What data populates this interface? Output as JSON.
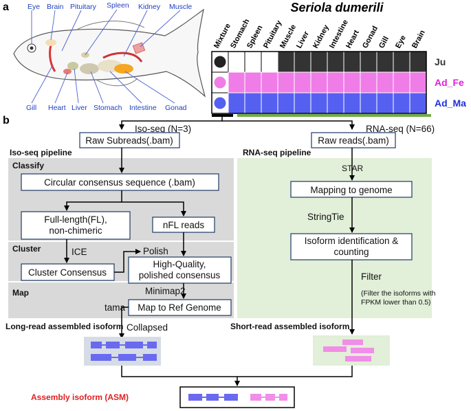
{
  "panel_labels": {
    "a": "a",
    "b": "b"
  },
  "panel_a": {
    "species": "Seriola dumerili",
    "fish_labels_top": [
      "Eye",
      "Brain",
      "Pituitary",
      "Spleen",
      "Kidney",
      "Muscle"
    ],
    "fish_labels_bottom": [
      "Gill",
      "Heart",
      "Liver",
      "Stomach",
      "Intestine",
      "Gonad"
    ],
    "tissue_columns": [
      "Mixture",
      "Stomach",
      "Spleen",
      "Pituitary",
      "Muscle",
      "Liver",
      "Kidney",
      "Intestine",
      "Heart",
      "Gonad",
      "Gill",
      "Eye",
      "Brain"
    ],
    "groups": [
      {
        "label": "Ju",
        "color": "#333333",
        "label_color": "#333333",
        "dot_color": "#222222",
        "white_cells": 3
      },
      {
        "label": "Ad_Fe",
        "color": "#f07ce8",
        "label_color": "#e020d8",
        "dot_color": "#f07ce8",
        "white_cells": 0
      },
      {
        "label": "Ad_Ma",
        "color": "#5560f0",
        "label_color": "#1f2fd8",
        "dot_color": "#5560f0",
        "white_cells": 0
      }
    ],
    "bar_colors": {
      "iso": "#000000",
      "rna": "#70ad47"
    }
  },
  "panel_b": {
    "iso_seq": {
      "title": "Iso-seq (N=3)",
      "pipeline_label": "Iso-seq pipeline",
      "raw": "Raw Subreads(.bam)",
      "sections": {
        "classify": "Classify",
        "cluster": "Cluster",
        "map": "Map"
      },
      "ccs": "Circular consensus sequence (.bam)",
      "fl_line1": "Full-length(FL),",
      "fl_line2": "non-chimeric",
      "nfl": "nFL reads",
      "ice": "ICE",
      "polish": "Polish",
      "cluster_consensus": "Cluster Consensus",
      "hq_line1": "High-Quality,",
      "hq_line2": "polished consensus",
      "minimap": "Minimap2",
      "map_ref": "Map to Ref Genome",
      "tama": "tama",
      "collapsed": "Collapsed",
      "long_read_label": "Long-read assembled isoform"
    },
    "rna_seq": {
      "title": "RNA-seq (N=66)",
      "pipeline_label": "RNA-seq pipeline",
      "raw": "Raw reads(.bam)",
      "star": "STAR",
      "mapping": "Mapping to genome",
      "stringtie": "StringTie",
      "isoform_line1": "Isoform identification &",
      "isoform_line2": "counting",
      "filter": "Filter",
      "filter_note_line1": "(Filter the isoforms with",
      "filter_note_line2": "FPKM lower than 0.5)",
      "short_read_label": "Short-read assembled isoform"
    },
    "asm_label": "Assembly isoform (ASM)",
    "colors": {
      "gray_panel": "#d9d9d9",
      "green_panel": "#e2efd9",
      "box_border": "#1f3864",
      "iso_blue": "#6a6af0",
      "iso_pink": "#f08ee8",
      "asm_red": "#e02020"
    }
  }
}
